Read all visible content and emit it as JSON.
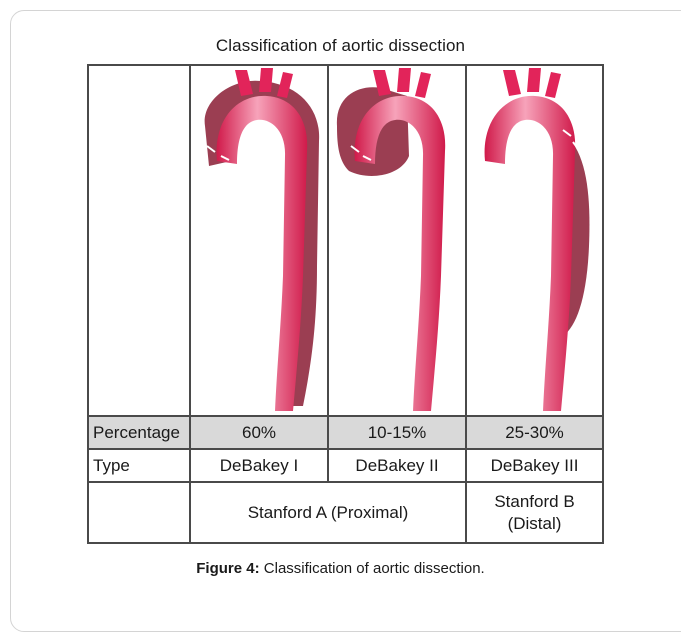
{
  "title": "Classification of aortic dissection",
  "rows": {
    "percentage": {
      "label": "Percentage",
      "values": [
        "60%",
        "10-15%",
        "25-30%"
      ]
    },
    "type": {
      "label": "Type",
      "values": [
        "DeBakey I",
        "DeBakey II",
        "DeBakey III"
      ]
    },
    "stanford": {
      "label": "",
      "proximal": "Stanford A (Proximal)",
      "distal_line1": "Stanford B",
      "distal_line2": "(Distal)"
    }
  },
  "caption": {
    "label": "Figure 4:",
    "text": " Classification of aortic dissection."
  },
  "colors": {
    "aorta": "#e2245a",
    "aorta_light": "#f7a3ba",
    "false_lumen": "#8a1c34",
    "header_shade": "#d9d9d9",
    "grid": "#4a4a4a"
  }
}
